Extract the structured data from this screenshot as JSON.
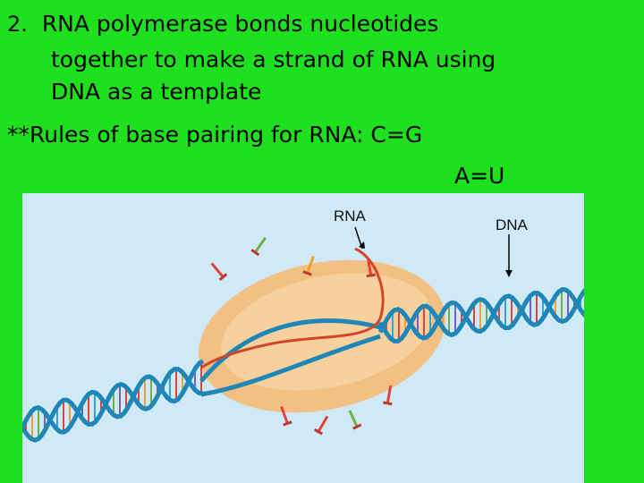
{
  "slide": {
    "lines": {
      "number": "2.",
      "line1": "RNA polymerase bonds nucleotides",
      "line2": "together to make a strand of RNA using",
      "line3": "DNA as a template",
      "line4": "**Rules of base pairing for RNA:  C=G",
      "line5": "A=U"
    }
  },
  "figure": {
    "rna_label": "RNA",
    "dna_label": "DNA",
    "colors": {
      "background": "#1ee01e",
      "panel": "#cfe9f7",
      "polymerase": "#f6c98c",
      "dna_strand": "#1f86b8",
      "rna_strand": "#d2452a"
    }
  }
}
